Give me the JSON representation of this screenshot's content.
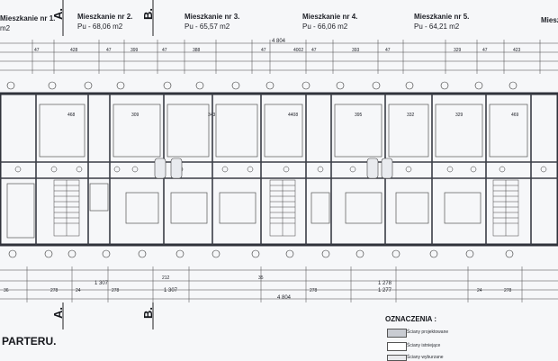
{
  "apartments": [
    {
      "name": "Mieszkanie nr 1.",
      "area": "m2"
    },
    {
      "name": "Mieszkanie nr 2.",
      "area": "Pu - 68,06 m2"
    },
    {
      "name": "Mieszkanie nr 3.",
      "area": "Pu - 65,57 m2"
    },
    {
      "name": "Mieszkanie nr 4.",
      "area": "Pu - 66,06 m2"
    },
    {
      "name": "Mieszkanie nr 5.",
      "area": "Pu - 64,21 m2"
    },
    {
      "name": "Mieszk",
      "area": ""
    }
  ],
  "sections": {
    "a": "A.",
    "b": "B."
  },
  "dimensions": {
    "top_total": "4 804",
    "bottom_total": "4 804",
    "bottom_sub": [
      "1 307",
      "1 277",
      "1 278"
    ],
    "top_row": [
      "47",
      "428",
      "47",
      "399",
      "47",
      "388",
      "47",
      "4002",
      "47",
      "393",
      "47",
      "329",
      "47",
      "423"
    ],
    "bottom_row": [
      "36",
      "278",
      "24",
      "278",
      "212",
      "278",
      "35",
      "278",
      "24"
    ]
  },
  "rooms": [
    "468",
    "309",
    "343",
    "4408",
    "395",
    "332",
    "329",
    "469"
  ],
  "plan_title": "PARTERU.",
  "legend": {
    "heading": "OZNACZENIA :",
    "items": [
      "Ściany projektowane",
      "Ściany istniejące",
      "Ściany wyburzane"
    ]
  },
  "colors": {
    "wall": "#3a3d45",
    "hatch": "#8a8e98",
    "paper": "#f6f7f9"
  }
}
